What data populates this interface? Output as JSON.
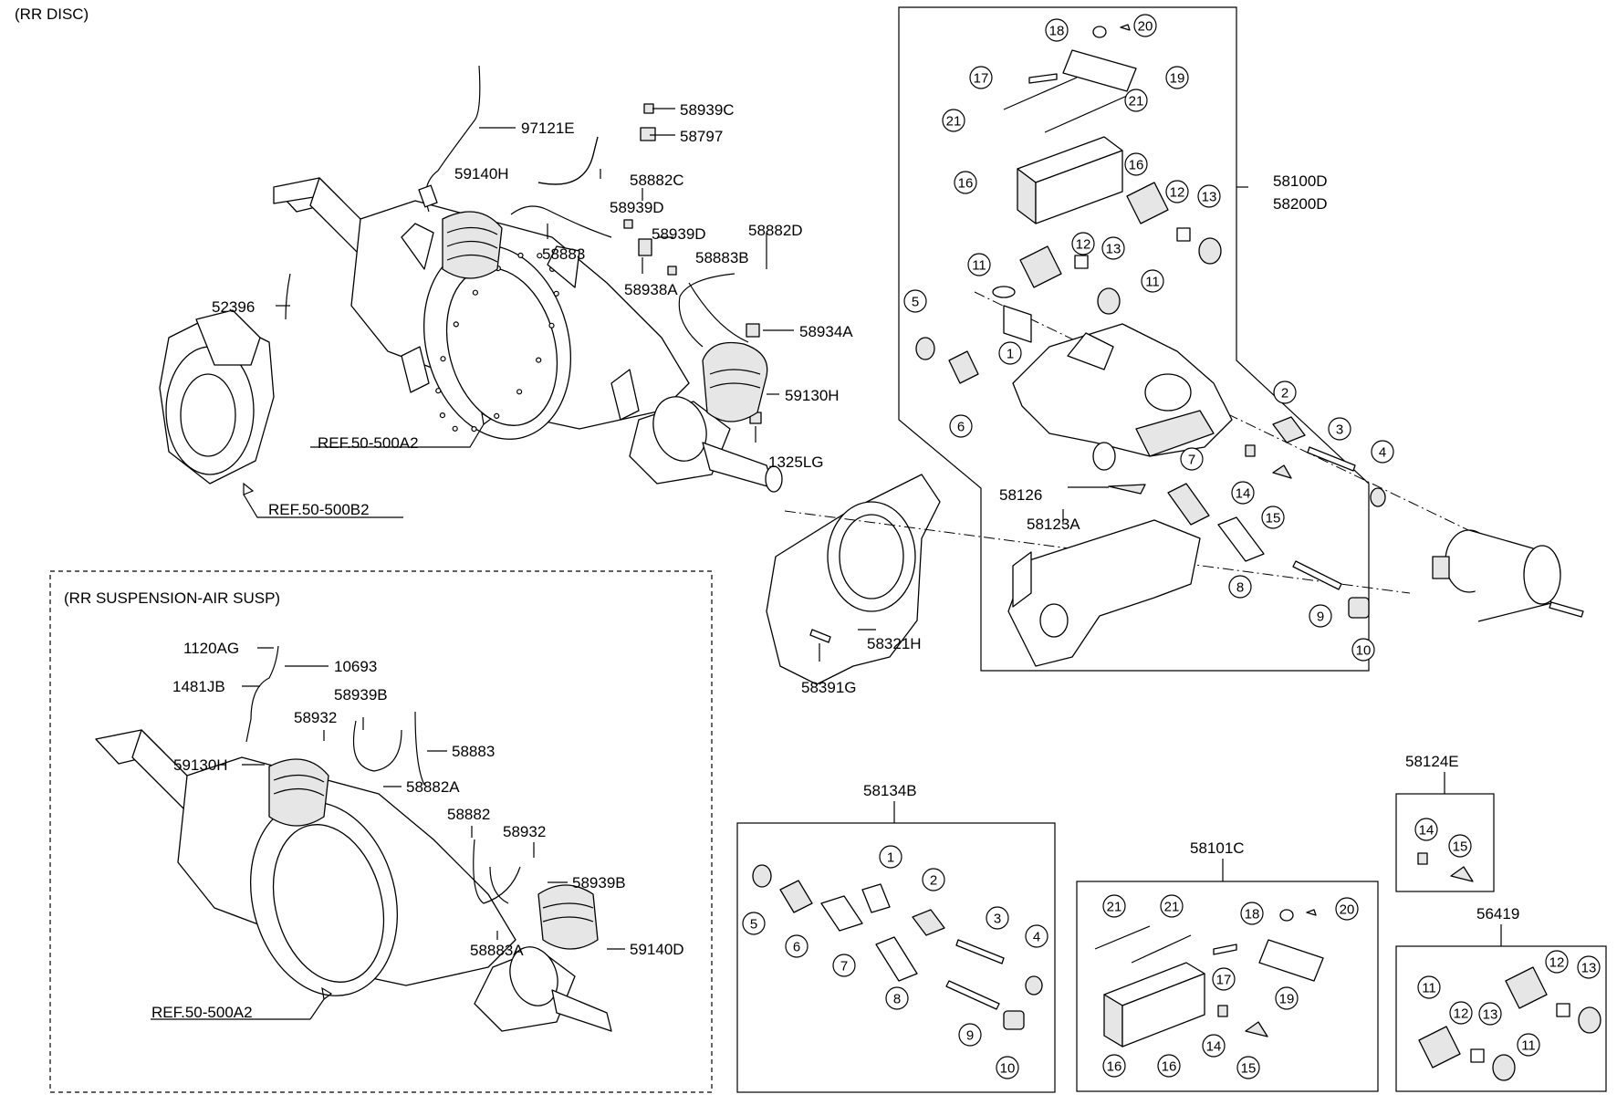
{
  "title": "(RR DISC)",
  "sections": {
    "air_susp": "(RR SUSPENSION-AIR SUSP)",
    "kit_58134B": "58134B",
    "kit_58101C": "58101C",
    "kit_58124E": "58124E",
    "kit_56419": "56419"
  },
  "main_labels": {
    "l97121E": "97121E",
    "l59140H": "59140H",
    "l58939C": "58939C",
    "l58797": "58797",
    "l58882C": "58882C",
    "l58939D_a": "58939D",
    "l58883": "58883",
    "l58939D_b": "58939D",
    "l58882D": "58882D",
    "l58883B": "58883B",
    "l58938A": "58938A",
    "l58934A": "58934A",
    "l52396": "52396",
    "l59130H": "59130H",
    "l1325LG": "1325LG",
    "ref_a2": "REF.50-500A2",
    "ref_b2": "REF.50-500B2",
    "l58321H": "58321H",
    "l58391G": "58391G",
    "l58100D": "58100D",
    "l58200D": "58200D",
    "l58126": "58126",
    "l58123A": "58123A"
  },
  "susp_labels": {
    "l1120AG": "1120AG",
    "l10693": "10693",
    "l1481JB": "1481JB",
    "l58939B_a": "58939B",
    "l58932_a": "58932",
    "l58883": "58883",
    "l59130H": "59130H",
    "l58882A": "58882A",
    "l58882": "58882",
    "l58932_b": "58932",
    "l58939B_b": "58939B",
    "l59140D": "59140D",
    "l58883A": "58883A",
    "ref_a2": "REF.50-500A2"
  },
  "callouts": {
    "c1": "1",
    "c2": "2",
    "c3": "3",
    "c4": "4",
    "c5": "5",
    "c6": "6",
    "c7": "7",
    "c8": "8",
    "c9": "9",
    "c10": "10",
    "c11": "11",
    "c12": "12",
    "c13": "13",
    "c14": "14",
    "c15": "15",
    "c16": "16",
    "c17": "17",
    "c18": "18",
    "c19": "19",
    "c20": "20",
    "c21": "21"
  }
}
